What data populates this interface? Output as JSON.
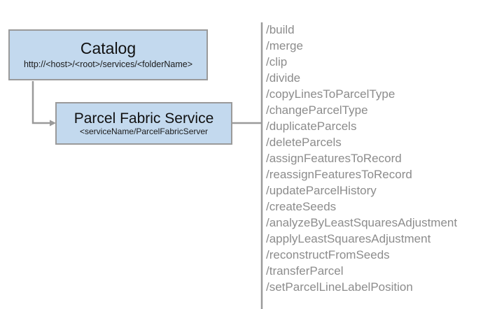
{
  "diagram": {
    "background_color": "#ffffff",
    "box_fill_color": "#c3d9ee",
    "box_border_color": "#9a9a9a",
    "connector_color": "#9a9a9a",
    "list_text_color": "#8c8c8c"
  },
  "nodes": {
    "catalog": {
      "title": "Catalog",
      "subtitle": "http://<host>/<root>/services/<folderName>"
    },
    "service": {
      "title": "Parcel Fabric Service",
      "subtitle": "<serviceName/ParcelFabricServer"
    }
  },
  "endpoints": [
    "/build",
    "/merge",
    "/clip",
    "/divide",
    "/copyLinesToParcelType",
    "/changeParcelType",
    "/duplicateParcels",
    "/deleteParcels",
    "/assignFeaturesToRecord",
    "/reassignFeaturesToRecord",
    "/updateParcelHistory",
    "/createSeeds",
    "/analyzeByLeastSquaresAdjustment",
    "/applyLeastSquaresAdjustment",
    "/reconstructFromSeeds",
    "/transferParcel",
    "/setParcelLineLabelPosition"
  ]
}
